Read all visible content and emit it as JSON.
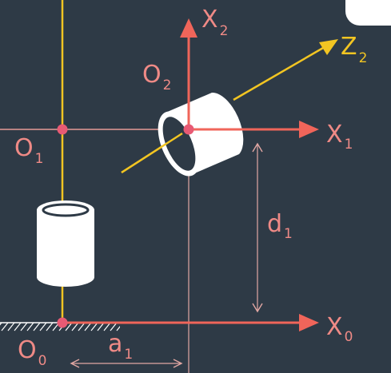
{
  "colors": {
    "background": "#2e3a46",
    "axis_red": "#f0655a",
    "axis_yellow": "#f2c522",
    "joint_pink": "#e85a74",
    "label_pink": "#ef8a86",
    "thin_line": "#e2a7a3",
    "cylinder": "#ffffff"
  },
  "labels": {
    "x0_main": "X",
    "x0_sub": "0",
    "x1_main": "X",
    "x1_sub": "1",
    "x2_main": "X",
    "x2_sub": "2",
    "z2_main": "Z",
    "z2_sub": "2",
    "o0_main": "O",
    "o0_sub": "0",
    "o1_main": "O",
    "o1_sub": "1",
    "o2_main": "O",
    "o2_sub": "2",
    "d1_main": "d",
    "d1_sub": "1",
    "a1_main": "a",
    "a1_sub": "1"
  }
}
